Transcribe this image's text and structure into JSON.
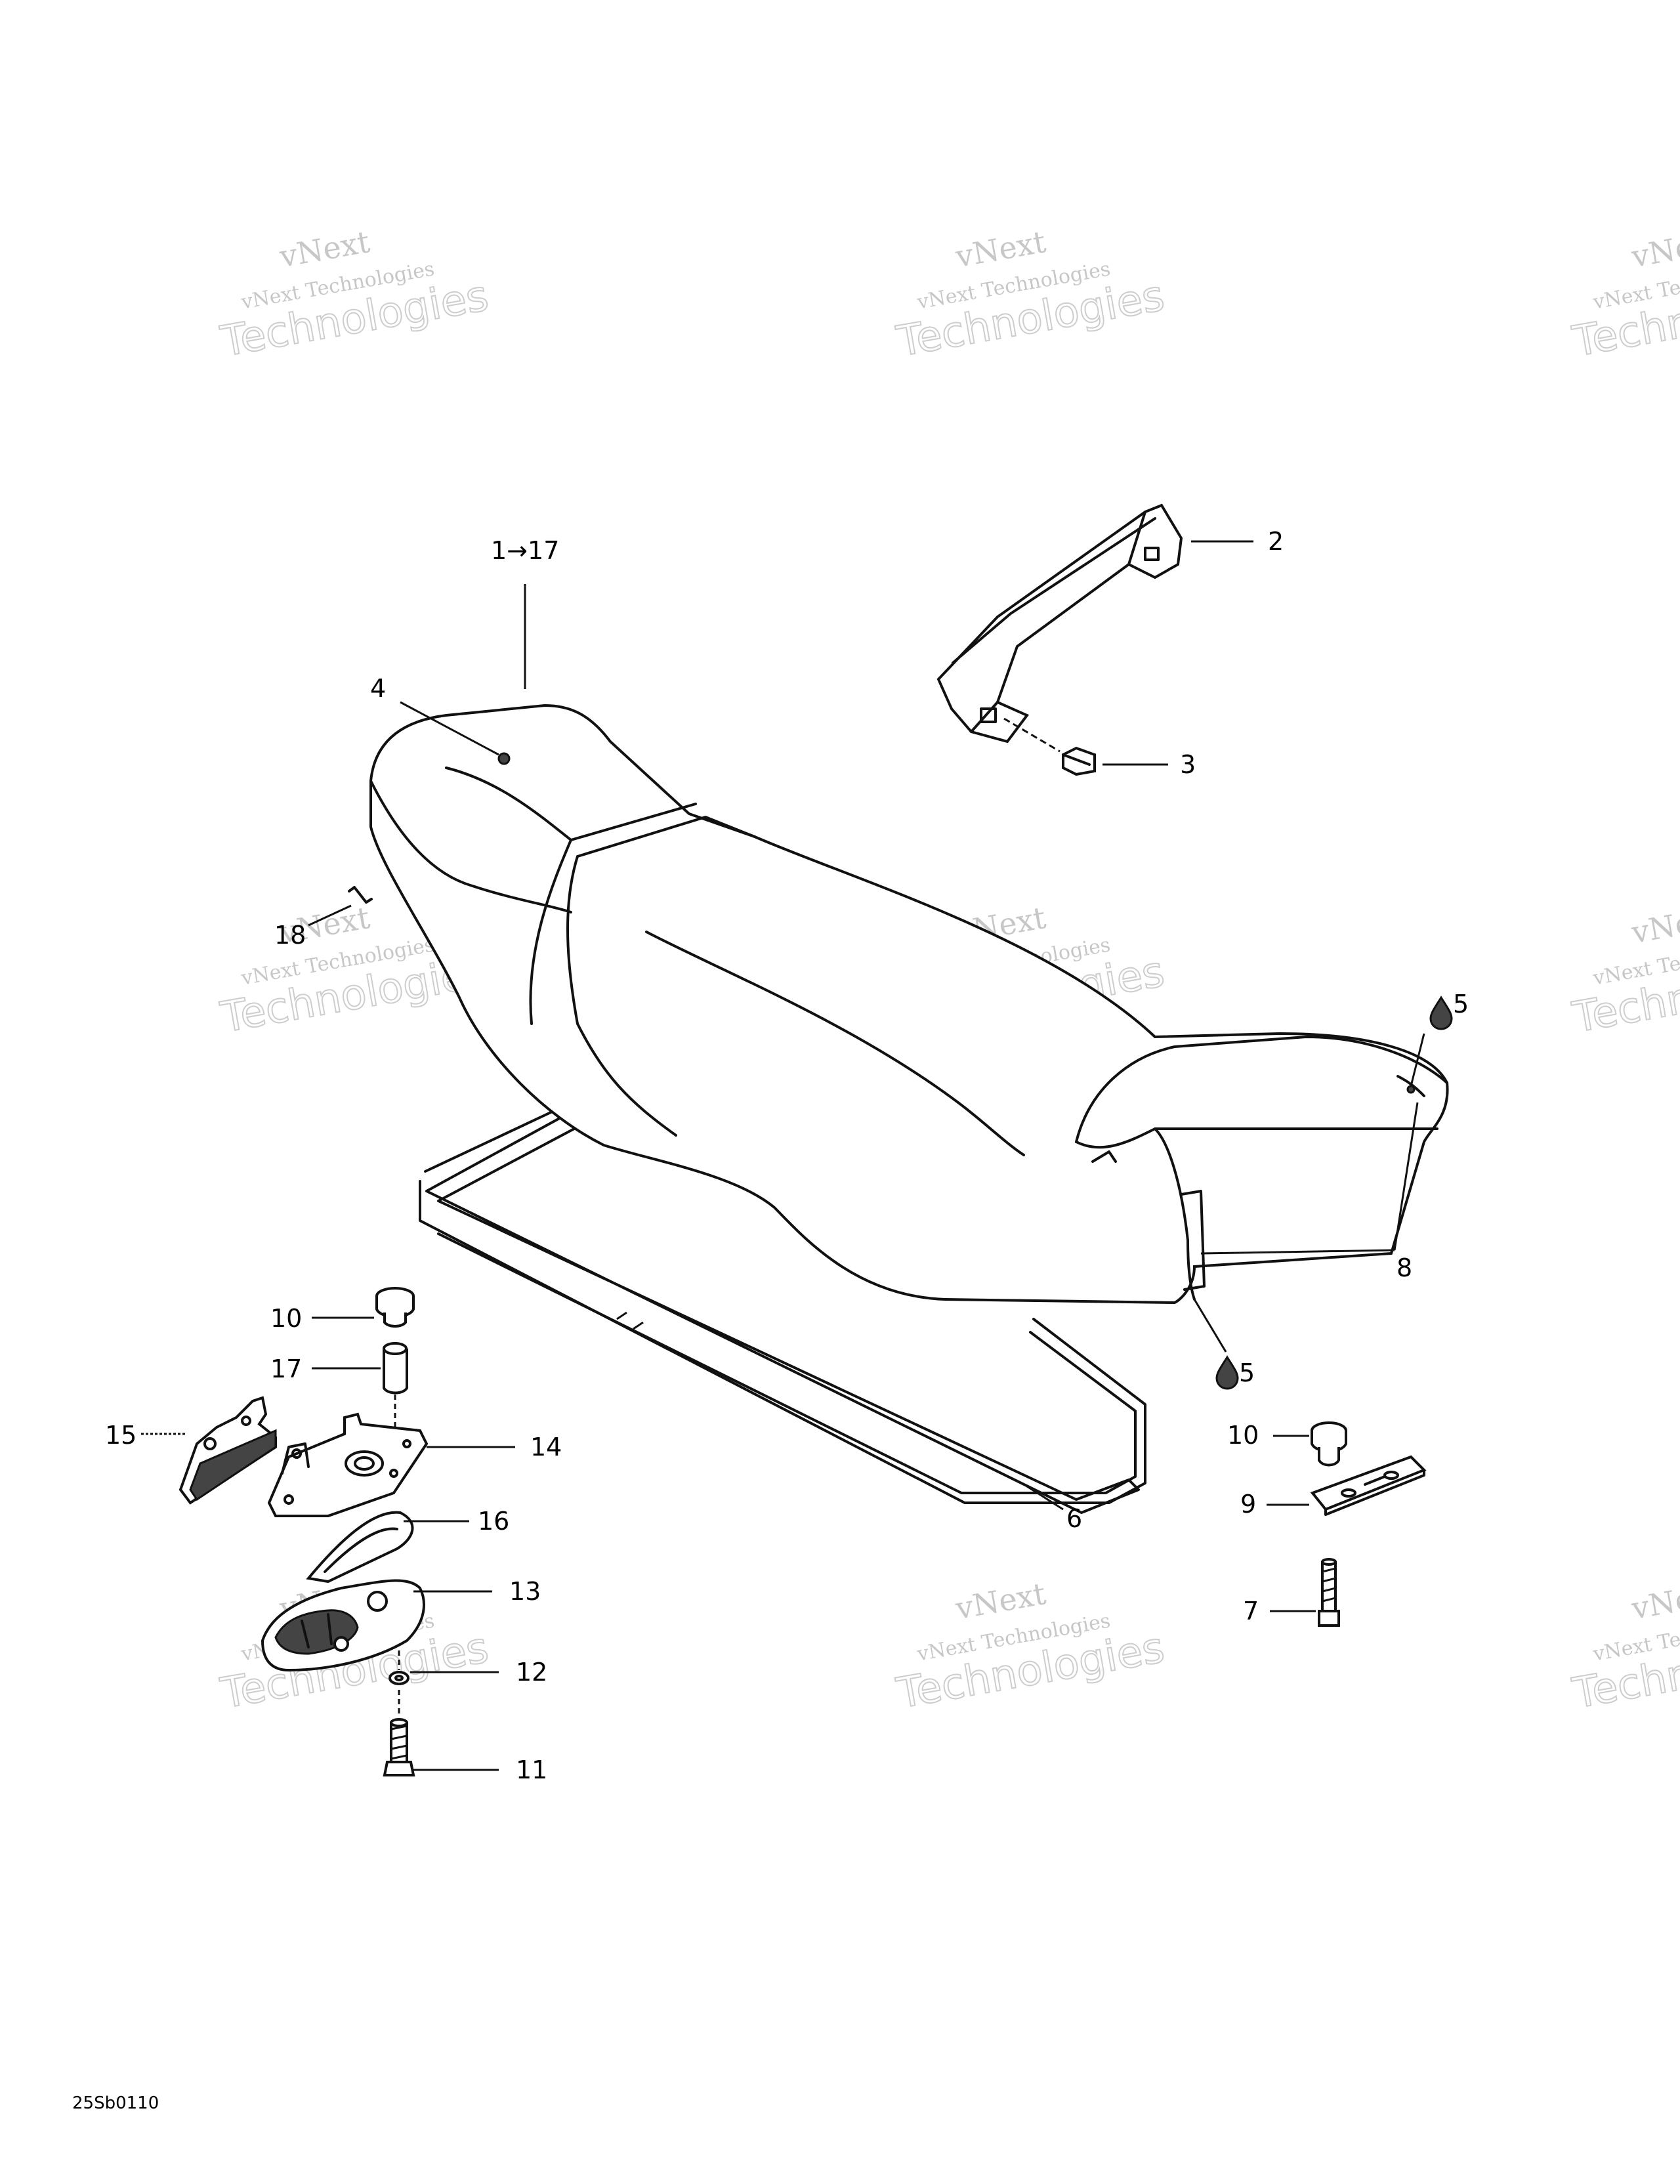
{
  "diagram": {
    "drawing_code": "25Sb0110",
    "watermark": {
      "line1": "vNext",
      "line2": "vNext Technologies",
      "line3": "Technologies"
    },
    "callouts": [
      {
        "id": "c-1-17",
        "text": "1→17"
      },
      {
        "id": "c-2",
        "text": "2"
      },
      {
        "id": "c-3",
        "text": "3"
      },
      {
        "id": "c-4",
        "text": "4"
      },
      {
        "id": "c-5a",
        "text": "5"
      },
      {
        "id": "c-5b",
        "text": "5"
      },
      {
        "id": "c-6",
        "text": "6"
      },
      {
        "id": "c-7",
        "text": "7"
      },
      {
        "id": "c-8",
        "text": "8"
      },
      {
        "id": "c-9",
        "text": "9"
      },
      {
        "id": "c-10a",
        "text": "10"
      },
      {
        "id": "c-10b",
        "text": "10"
      },
      {
        "id": "c-11",
        "text": "11"
      },
      {
        "id": "c-12",
        "text": "12"
      },
      {
        "id": "c-13",
        "text": "13"
      },
      {
        "id": "c-14",
        "text": "14"
      },
      {
        "id": "c-15",
        "text": "15"
      },
      {
        "id": "c-16",
        "text": "16"
      },
      {
        "id": "c-17",
        "text": "17"
      },
      {
        "id": "c-18",
        "text": "18"
      }
    ]
  }
}
